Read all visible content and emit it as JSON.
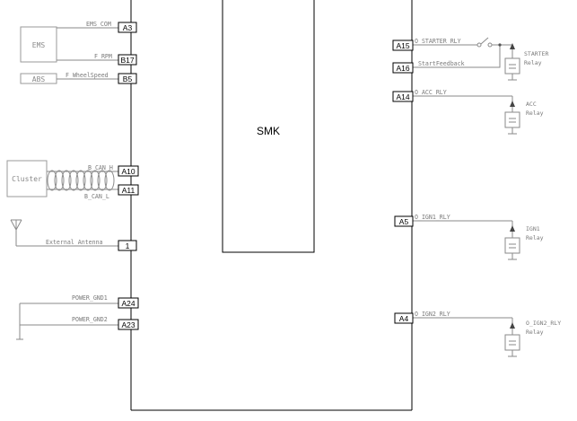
{
  "module": {
    "name": "SMK"
  },
  "left": {
    "ems_label": "EMS",
    "abs_label": "ABS",
    "cluster_label": "Cluster",
    "pins": [
      "A3",
      "B17",
      "B5",
      "A10",
      "A11",
      "1",
      "A24",
      "A23"
    ],
    "signals": [
      "EMS_COM",
      "F_RPM",
      "F_WheelSpeed",
      "B_CAN_H",
      "B_CAN_L",
      "External_Antenna",
      "POWER_GND1",
      "POWER_GND2"
    ]
  },
  "right": {
    "pins": [
      "A15",
      "A16",
      "A14",
      "A5",
      "A4"
    ],
    "signals": [
      "O_STARTER_RLY",
      "_StartFeedback",
      "O_ACC_RLY",
      "O_IGN1_RLY",
      "O_IGN2_RLY"
    ]
  },
  "relays": [
    {
      "name": "STARTER",
      "sub": "Relay"
    },
    {
      "name": "ACC",
      "sub": "Relay"
    },
    {
      "name": "IGN1",
      "sub": "Relay"
    },
    {
      "name": "O_IGN2_RLY",
      "sub": "Relay"
    }
  ],
  "colors": {
    "wire": "#000000",
    "signal_wire": "#8a8a8a",
    "background": "#ffffff"
  }
}
